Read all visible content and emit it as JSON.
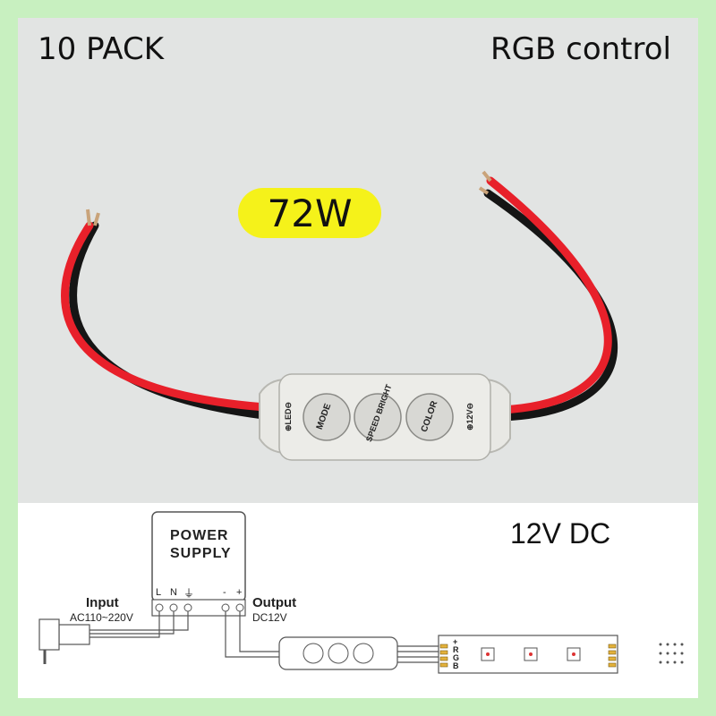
{
  "header": {
    "pack_label": "10 PACK",
    "product_label": "RGB control"
  },
  "badge": {
    "wattage": "72W",
    "color": "#f5f21a"
  },
  "controller": {
    "buttons": [
      "MODE",
      "SPEED BRIGHT",
      "COLOR"
    ],
    "left_marking": "⊕LED⊖",
    "right_marking": "⊕12V⊖"
  },
  "diagram": {
    "voltage_label": "12V DC",
    "power_supply": {
      "line1": "POWER",
      "line2": "SUPPLY"
    },
    "terminals": {
      "left": [
        "L",
        "N",
        "⏚"
      ],
      "right": [
        "-",
        "+"
      ]
    },
    "input": {
      "title": "Input",
      "spec": "AC110~220V"
    },
    "output": {
      "title": "Output",
      "spec": "DC12V"
    },
    "strip_marking": [
      "+",
      "R",
      "G",
      "B"
    ]
  },
  "colors": {
    "border": "#c8f0c0",
    "wire_red": "#e8202a",
    "wire_black": "#151515",
    "controller_body": "#e8e8e4"
  }
}
